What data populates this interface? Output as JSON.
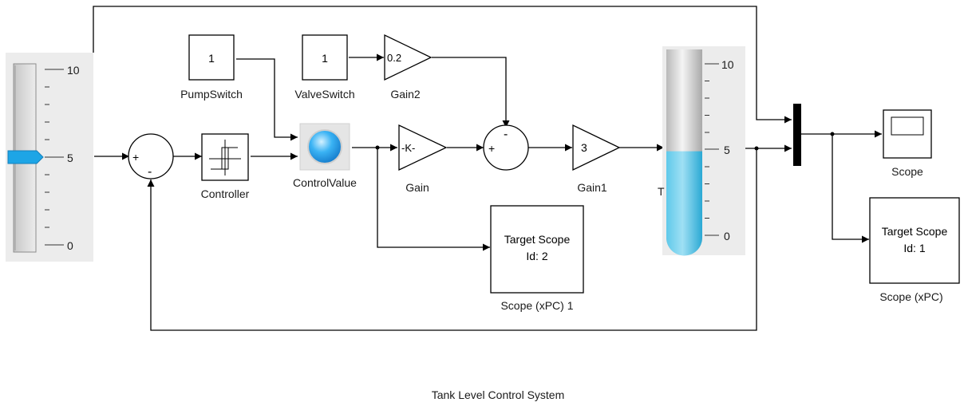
{
  "title": "Tank Level Control System",
  "slider": {
    "ticks": [
      "10",
      "5",
      "0"
    ],
    "value": 5,
    "min": 0,
    "max": 10
  },
  "tank": {
    "ticks": [
      "10",
      "5",
      "0"
    ],
    "level": 4.9,
    "min": 0,
    "max": 10,
    "label": "T"
  },
  "blocks": {
    "pump_switch": {
      "value": "1",
      "label": "PumpSwitch"
    },
    "valve_switch": {
      "value": "1",
      "label": "ValveSwitch"
    },
    "gain2": {
      "value": "0.2",
      "label": "Gain2"
    },
    "sum1": {
      "plus": "+",
      "minus": "-"
    },
    "controller": {
      "label": "Controller"
    },
    "control_value": {
      "label": "ControlValue"
    },
    "gain": {
      "value": "-K-",
      "label": "Gain"
    },
    "sum2": {
      "plus": "+",
      "minus": "-"
    },
    "gain1": {
      "value": "3",
      "label": "Gain1"
    },
    "scope": {
      "label": "Scope"
    },
    "target_scope_2": {
      "line1": "Target Scope",
      "line2": "Id: 2",
      "label": "Scope (xPC) 1"
    },
    "target_scope_1": {
      "line1": "Target Scope",
      "line2": "Id: 1",
      "label": "Scope (xPC)"
    }
  },
  "colors": {
    "slider_thumb": "#1da5e6",
    "tank_fluid": "#2fb8e0",
    "lamp": "#29a3ee"
  }
}
